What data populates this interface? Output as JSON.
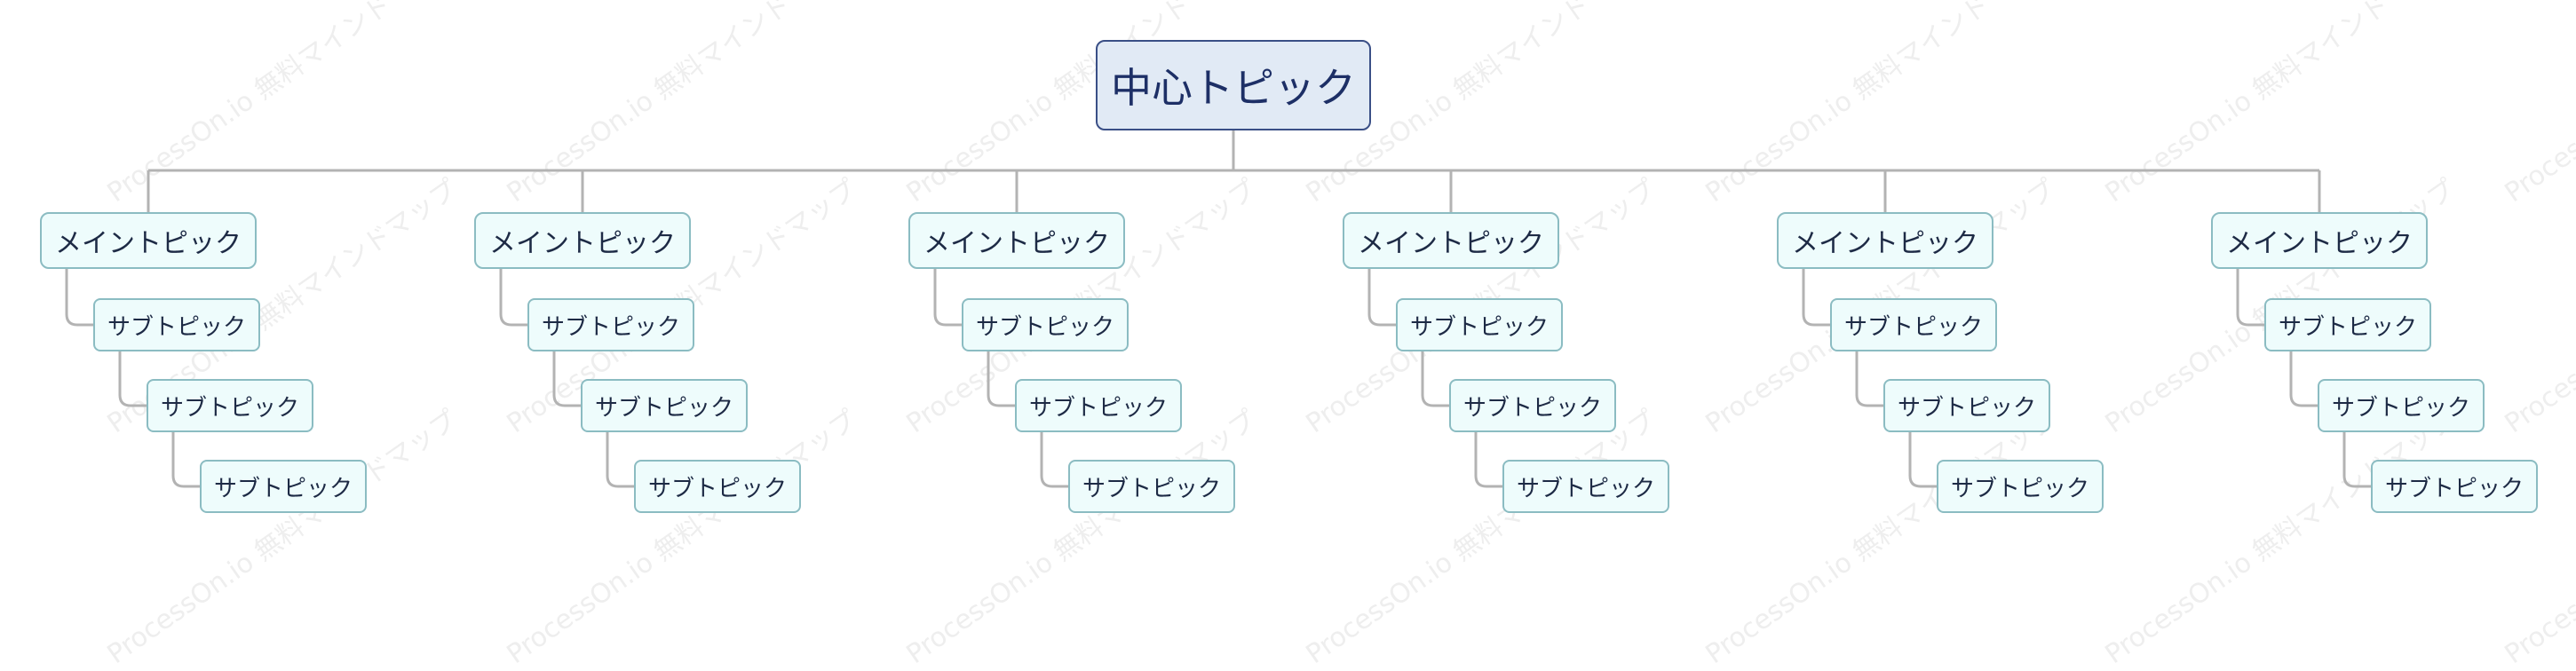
{
  "watermark": "ProcessOn.io 無料マインドマップ",
  "mindmap": {
    "root": "中心トピック",
    "branches": [
      {
        "label": "メイントピック",
        "children": [
          "サブトピック",
          "サブトピック",
          "サブトピック"
        ]
      },
      {
        "label": "メイントピック",
        "children": [
          "サブトピック",
          "サブトピック",
          "サブトピック"
        ]
      },
      {
        "label": "メイントピック",
        "children": [
          "サブトピック",
          "サブトピック",
          "サブトピック"
        ]
      },
      {
        "label": "メイントピック",
        "children": [
          "サブトピック",
          "サブトピック",
          "サブトピック"
        ]
      },
      {
        "label": "メイントピック",
        "children": [
          "サブトピック",
          "サブトピック",
          "サブトピック"
        ]
      },
      {
        "label": "メイントピック",
        "children": [
          "サブトピック",
          "サブトピック",
          "サブトピック"
        ]
      }
    ]
  },
  "colors": {
    "connector": "#b3b3b3",
    "root_fill": "#e1eaf5",
    "root_border": "#3a4f86",
    "node_fill": "#eefcfc",
    "node_border": "#8bbcc2"
  }
}
